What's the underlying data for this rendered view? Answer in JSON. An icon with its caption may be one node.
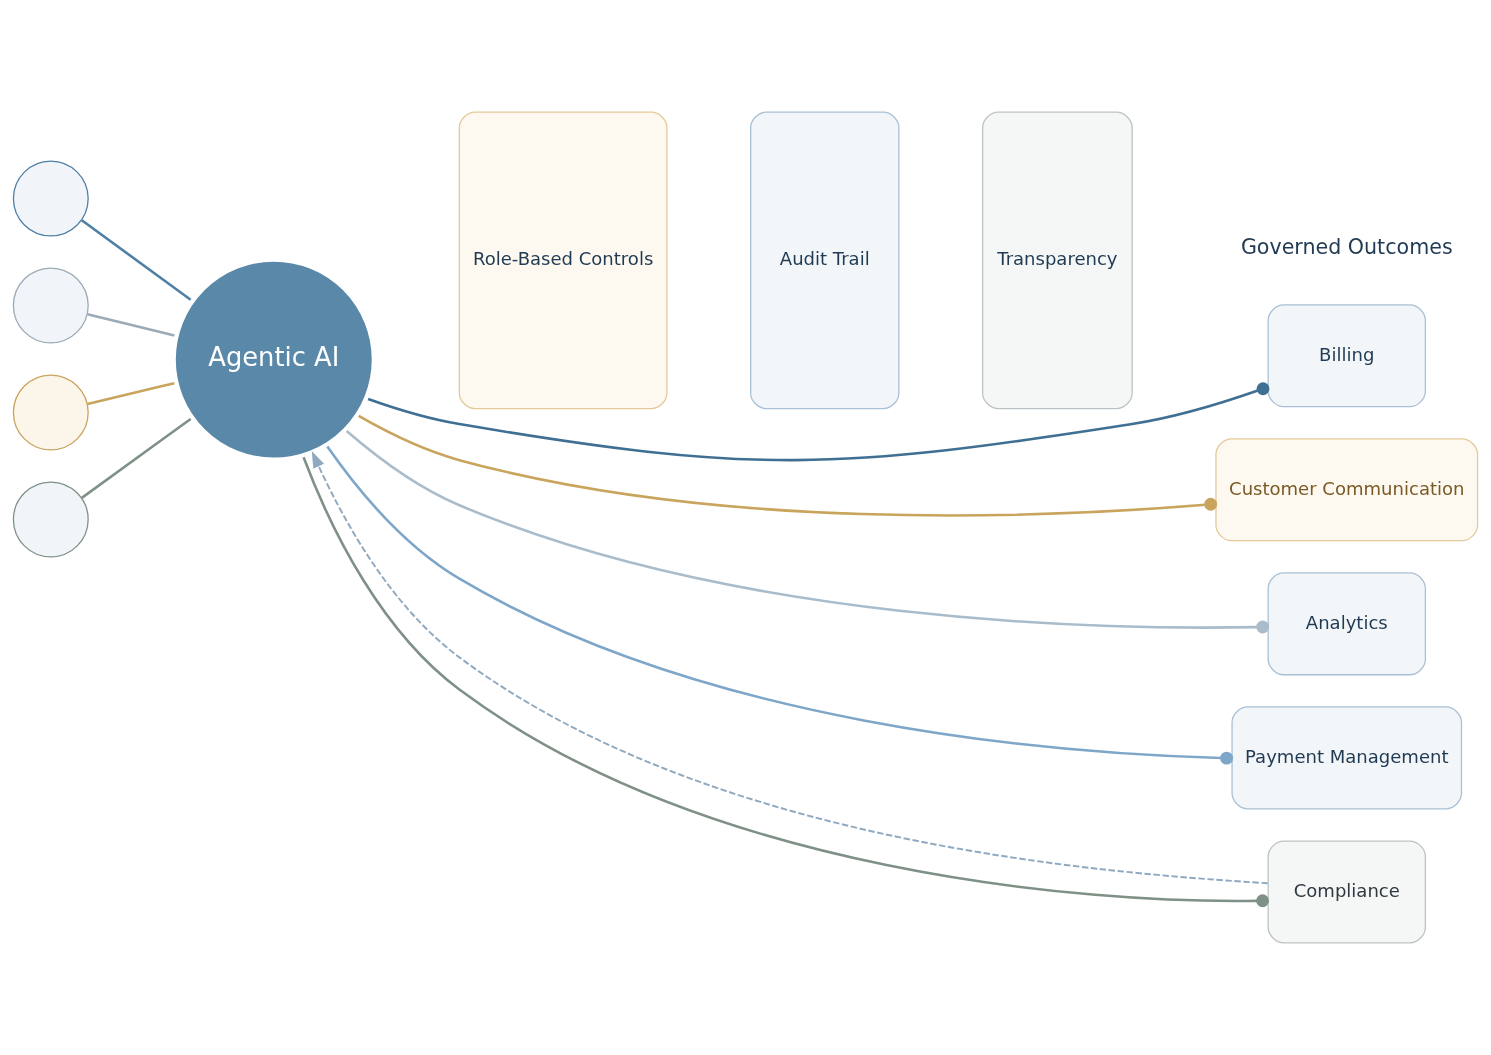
{
  "diagram": {
    "nodes": [
      {
        "text": [],
        "shape": "circle"
      },
      {
        "text": [],
        "shape": "circle"
      },
      {
        "text": [],
        "shape": "circle"
      },
      {
        "text": [],
        "shape": "circle"
      },
      {
        "text": [
          "Agentic AI"
        ]
      },
      {
        "text": [
          "Role-Based Controls"
        ]
      },
      {
        "text": [
          "Audit Trail"
        ]
      },
      {
        "text": [
          "Transparency"
        ]
      },
      {
        "text": [
          "Billing"
        ]
      },
      {
        "text": [
          "Customer Communication"
        ]
      },
      {
        "text": [
          "Analytics"
        ]
      },
      {
        "text": [
          "Payment Management"
        ]
      },
      {
        "text": [
          "Compliance"
        ]
      }
    ],
    "edges": [
      {
        "from": 0,
        "to": 4,
        "arrow": "none",
        "color": "#4f7fa3"
      },
      {
        "from": 1,
        "to": 4,
        "arrow": "none",
        "color": "#9aaab6"
      },
      {
        "from": 2,
        "to": 4,
        "arrow": "none",
        "color": "#c9a45c"
      },
      {
        "from": 3,
        "to": 4,
        "arrow": "none",
        "color": "#7f9186"
      },
      {
        "from": 4,
        "to": 8,
        "arrow": "other",
        "color": "#3f6f92"
      },
      {
        "from": 4,
        "to": 9,
        "arrow": "other",
        "color": "#c9a45c"
      },
      {
        "from": 4,
        "to": 10,
        "arrow": "other",
        "color": "#a9bccb"
      },
      {
        "from": 4,
        "to": 11,
        "arrow": "other",
        "color": "#7ea6c8"
      },
      {
        "from": 4,
        "to": 12,
        "arrow": "other",
        "color": "#7f9186"
      },
      {
        "from": 12,
        "to": 4,
        "arrow": "to",
        "style": "dashed",
        "color": "#8fa9c0"
      }
    ],
    "labels": [
      "Governed Outcomes"
    ]
  }
}
